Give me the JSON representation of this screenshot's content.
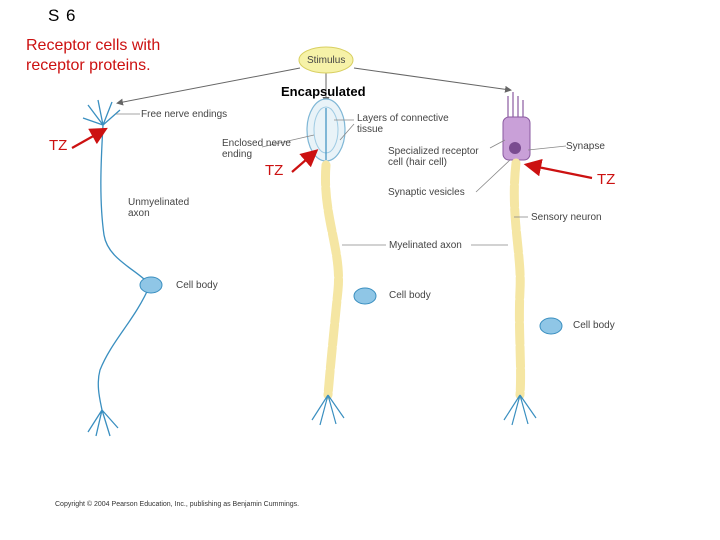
{
  "slide_number": "S 6",
  "heading": {
    "line1": "Receptor cells with",
    "line2": "receptor proteins."
  },
  "encapsulated_label": "Encapsulated",
  "tz_labels": [
    "TZ",
    "TZ",
    "TZ"
  ],
  "stimulus_label": "Stimulus",
  "labels": {
    "free_nerve_endings": "Free nerve endings",
    "enclosed_line1": "Enclosed nerve",
    "enclosed_line2": "ending",
    "layers_line1": "Layers of connective",
    "layers_line2": "tissue",
    "specialized_line1": "Specialized receptor",
    "specialized_line2": "cell (hair cell)",
    "synapse": "Synapse",
    "synaptic_vesicles": "Synaptic vesicles",
    "unmyelinated_line1": "Unmyelinated",
    "unmyelinated_line2": "axon",
    "sensory_neuron": "Sensory neuron",
    "myelinated_axon": "Myelinated axon",
    "cell_body_1": "Cell body",
    "cell_body_2": "Cell body",
    "cell_body_3": "Cell body"
  },
  "copyright": "Copyright © 2004 Pearson Education, Inc., publishing as Benjamin Cummings.",
  "colors": {
    "accent_red": "#cc1111",
    "neuron_blue": "#3a8fc0",
    "myelin_yellow": "#f5e6a3",
    "hair_cell_purple": "#c9a0d8",
    "stimulus_yellow": "#f6f2a8"
  }
}
